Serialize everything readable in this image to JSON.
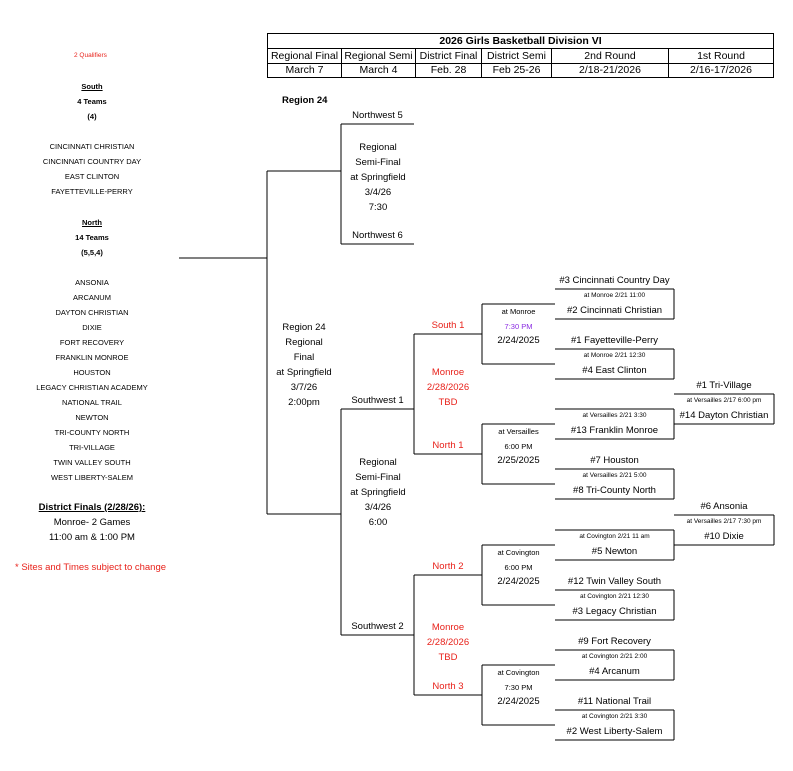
{
  "header": {
    "title": "2026 Girls Basketball Division VI",
    "rounds": [
      {
        "name": "Regional Final",
        "date": "March 7"
      },
      {
        "name": "Regional Semi",
        "date": "March 4"
      },
      {
        "name": "District Final",
        "date": "Feb. 28"
      },
      {
        "name": "District Semi",
        "date": "Feb 25-26"
      },
      {
        "name": "2nd Round",
        "date": "2/18-21/2026"
      },
      {
        "name": "1st Round",
        "date": "2/16-17/2026"
      }
    ]
  },
  "left": {
    "qualifiers": "2 Qualifiers",
    "south": {
      "title": "South",
      "count": "4 Teams",
      "split": "(4)",
      "teams": [
        "CINCINNATI CHRISTIAN",
        "CINCINNATI COUNTRY DAY",
        "EAST CLINTON",
        "FAYETTEVILLE-PERRY"
      ]
    },
    "north": {
      "title": "North",
      "count": "14 Teams",
      "split": "(5,5,4)",
      "teams": [
        "ANSONIA",
        "ARCANUM",
        "DAYTON CHRISTIAN",
        "DIXIE",
        "FORT RECOVERY",
        "FRANKLIN MONROE",
        "HOUSTON",
        "LEGACY CHRISTIAN ACADEMY",
        "NATIONAL TRAIL",
        "NEWTON",
        "TRI-COUNTY NORTH",
        "TRI-VILLAGE",
        "TWIN VALLEY SOUTH",
        "WEST LIBERTY-SALEM"
      ]
    },
    "district_finals_title": "District Finals (2/28/26):",
    "district_finals_lines": [
      "Monroe- 2 Games",
      "11:00 am & 1:00 PM"
    ],
    "note": "* Sites and Times subject to change"
  },
  "region_label": "Region 24",
  "regional_final": [
    "Region 24",
    "Regional",
    "Final",
    "at Springfield",
    "3/7/26",
    "2:00pm"
  ],
  "regional_semi_1": {
    "top": "Northwest 5",
    "bottom": "Northwest 6",
    "info": [
      "Regional",
      "Semi-Final",
      "at Springfield",
      "3/4/26",
      "7:30"
    ]
  },
  "regional_semi_2": {
    "info": [
      "Regional",
      "Semi-Final",
      "at Springfield",
      "3/4/26",
      "6:00"
    ]
  },
  "southwest_1": "Southwest 1",
  "southwest_2": "Southwest 2",
  "district_final_1": [
    "Monroe",
    "2/28/2026",
    "TBD"
  ],
  "district_final_2": [
    "Monroe",
    "2/28/2026",
    "TBD"
  ],
  "district_semis": {
    "south1": {
      "label": "South 1",
      "site": "at Monroe",
      "time": "7:30 PM",
      "date": "2/24/2025"
    },
    "north1": {
      "label": "North 1",
      "site": "at Versailles",
      "time": "6:00 PM",
      "date": "2/25/2025"
    },
    "north2": {
      "label": "North 2",
      "site": "at Covington",
      "time": "6:00 PM",
      "date": "2/24/2025"
    },
    "north3": {
      "label": "North 3",
      "site": "at Covington",
      "time": "7:30 PM",
      "date": "2/24/2025"
    }
  },
  "second_round": [
    {
      "top": "#3 Cincinnati Country Day",
      "info": "at Monroe 2/21 11:00",
      "bottom": "#2 Cincinnati Christian"
    },
    {
      "top": "#1 Fayetteville-Perry",
      "info": "at Monroe 2/21  12:30",
      "bottom": "#4 East Clinton"
    },
    {
      "top": "",
      "info": "at Versailles 2/21  3:30",
      "bottom": "#13 Franklin Monroe"
    },
    {
      "top": "#7 Houston",
      "info": "at Versailles 2/21  5:00",
      "bottom": "#8 Tri-County North"
    },
    {
      "top": "",
      "info": "at Covington 2/21 11 am",
      "bottom": "#5 Newton"
    },
    {
      "top": "#12 Twin Valley South",
      "info": "at Covington 2/21 12:30",
      "bottom": "#3 Legacy Christian"
    },
    {
      "top": "#9 Fort Recovery",
      "info": "at Covington 2/21 2:00",
      "bottom": "#4 Arcanum"
    },
    {
      "top": "#11 National Trail",
      "info": "at Covington 2/21 3:30",
      "bottom": "#2 West Liberty-Salem"
    }
  ],
  "first_round": [
    {
      "top": "#1 Tri-Village",
      "info": "at Versailles 2/17  6:00 pm",
      "bottom": "#14 Dayton Christian"
    },
    {
      "top": "#6 Ansonia",
      "info": "at Versailles 2/17  7:30 pm",
      "bottom": "#10 Dixie"
    }
  ]
}
